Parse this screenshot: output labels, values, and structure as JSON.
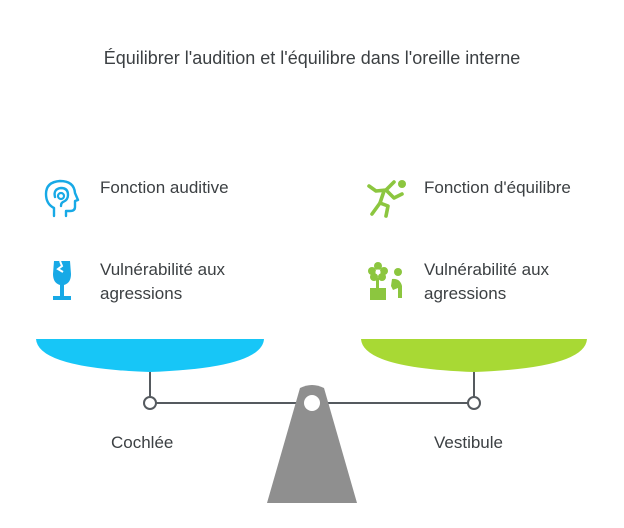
{
  "title": "Équilibrer l'audition et l'équilibre dans l'oreille interne",
  "left": {
    "name": "Cochlée",
    "color": "#17c6f7",
    "items": [
      {
        "icon": "head-ear-icon",
        "label": "Fonction auditive"
      },
      {
        "icon": "broken-glass-icon",
        "label": "Vulnérabilité aux agressions"
      }
    ]
  },
  "right": {
    "name": "Vestibule",
    "color": "#a8d934",
    "items": [
      {
        "icon": "balancing-person-icon",
        "label": "Fonction d'équilibre"
      },
      {
        "icon": "flower-person-icon",
        "label": "Vulnérabilité aux agressions"
      }
    ]
  },
  "colors": {
    "beam": "#555a5f",
    "fulcrum": "#8f8f8f"
  }
}
